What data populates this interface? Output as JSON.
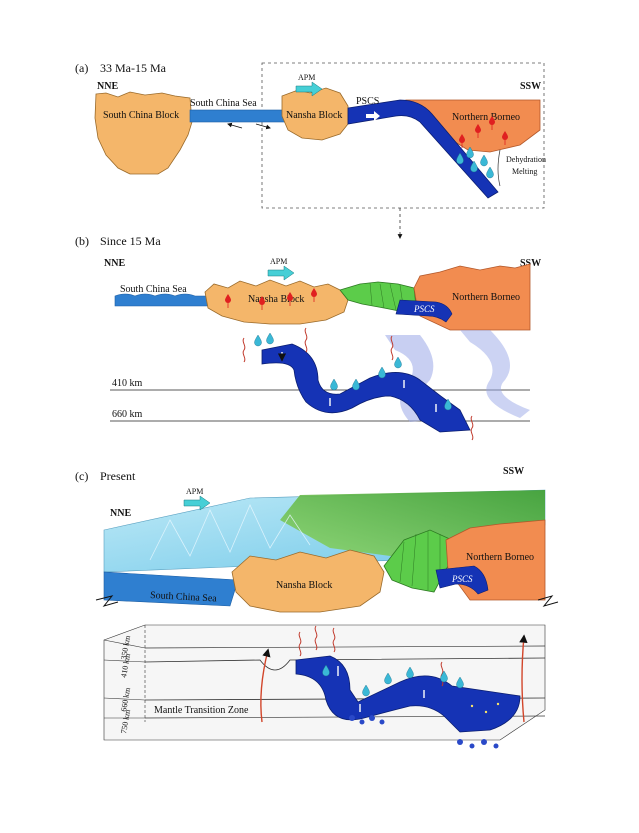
{
  "panel_a": {
    "tag": "(a)",
    "title": "33 Ma-15 Ma",
    "left_dir": "NNE",
    "right_dir": "SSW",
    "south_china_block": "South China Block",
    "south_china_sea": "South China Sea",
    "apm": "APM",
    "nansha_block": "Nansha Block",
    "pscs": "PSCS",
    "northern_borneo": "Northern Borneo",
    "dehydration": "Dehydration",
    "melting": "Melting"
  },
  "panel_b": {
    "tag": "(b)",
    "title": "Since 15 Ma",
    "left_dir": "NNE",
    "right_dir": "SSW",
    "apm": "APM",
    "south_china_sea": "South China Sea",
    "nansha_block": "Nansha Block",
    "pscs": "PSCS",
    "northern_borneo": "Northern Borneo",
    "depth_410": "410 km",
    "depth_660": "660 km"
  },
  "panel_c": {
    "tag": "(c)",
    "title": "Present",
    "left_dir": "NNE",
    "right_dir": "SSW",
    "apm": "APM",
    "south_china_sea": "South China Sea",
    "nansha_block": "Nansha Block",
    "pscs": "PSCS",
    "northern_borneo": "Northern Borneo",
    "depth_350": "350 km",
    "depth_410": "410 km",
    "depth_660": "660 km",
    "depth_750": "750 km",
    "mtz": "Mantle Transition Zone"
  },
  "colors": {
    "continent": "#f4b66a",
    "borneo": "#f28c50",
    "ocean": "#2f7fd0",
    "slab": "#1533b5",
    "accretion": "#5ccc4a",
    "arrow": "#46cfd6",
    "melt": "#e02020"
  }
}
